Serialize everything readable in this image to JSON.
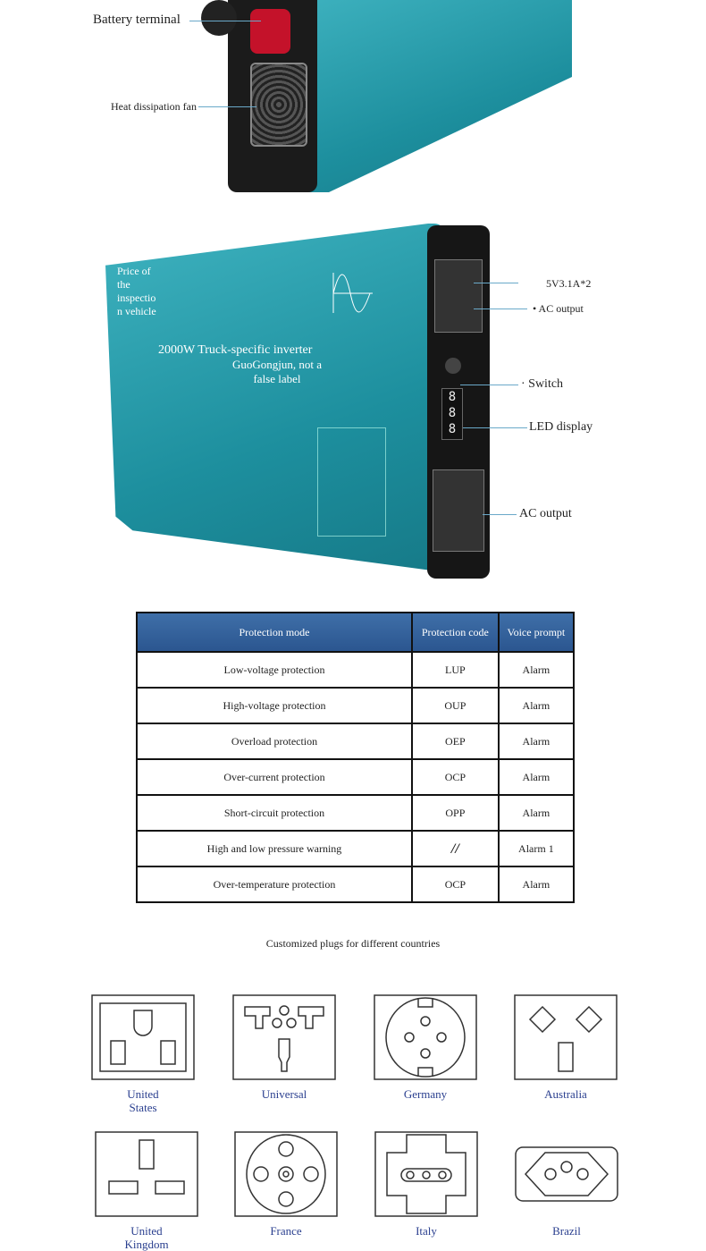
{
  "top_image": {
    "battery_terminal": "Battery terminal",
    "fan": "Heat dissipation fan"
  },
  "product_image": {
    "sticker_left": "Price of the inspectio n vehicle",
    "title": "2000W Truck-specific inverter",
    "overlay": "GuoGongjun, not a false label",
    "callouts": {
      "usb": "5V3.1A*2",
      "ac_output_1": "• AC output",
      "switch": "· Switch",
      "led": "LED display",
      "ac_output_2": "AC output"
    }
  },
  "table": {
    "headers": [
      "Protection mode",
      "Protection code",
      "Voice prompt"
    ],
    "rows": [
      [
        "Low-voltage protection",
        "LUP",
        "Alarm"
      ],
      [
        "High-voltage protection",
        "OUP",
        "Alarm"
      ],
      [
        "Overload protection",
        "OEP",
        "Alarm"
      ],
      [
        "Over-current protection",
        "OCP",
        "Alarm"
      ],
      [
        "Short-circuit protection",
        "OPP",
        "Alarm"
      ],
      [
        "High and low pressure warning",
        "//",
        "Alarm 1"
      ],
      [
        "Over-temperature protection",
        "OCP",
        "Alarm"
      ]
    ]
  },
  "plugs": {
    "caption": "Customized plugs for different countries",
    "items": [
      "United States",
      "Universal",
      "Germany",
      "Australia",
      "United Kingdom",
      "France",
      "Italy",
      "Brazil"
    ]
  }
}
